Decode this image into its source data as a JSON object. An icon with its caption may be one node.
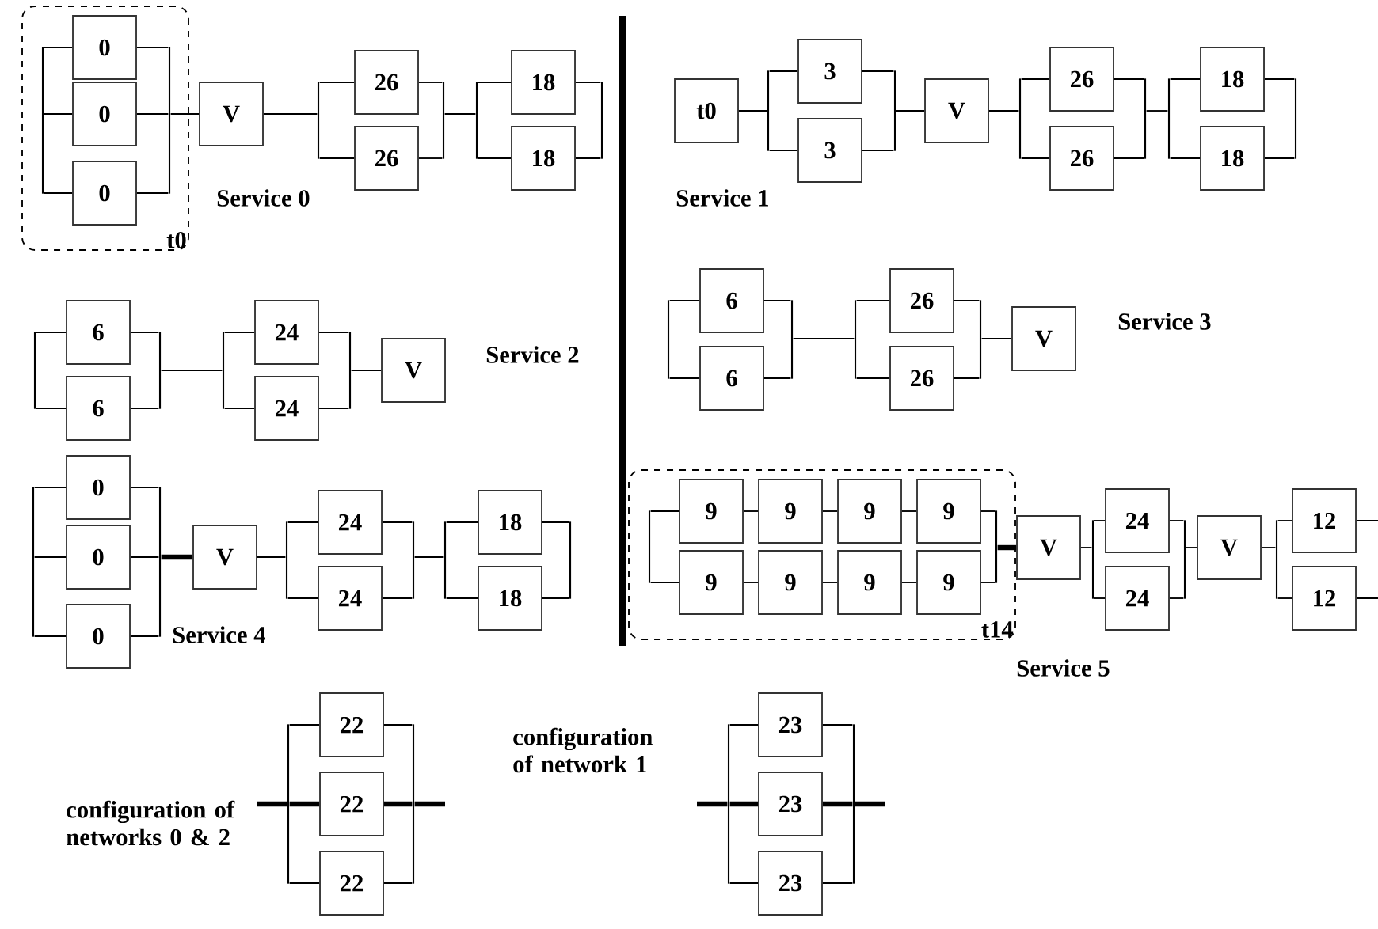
{
  "diagram": {
    "nodes": [
      {
        "text": [
          "t0"
        ]
      },
      {
        "text": [],
        "shape": "bar",
        "in": 0
      },
      {
        "text": [
          "0"
        ],
        "in": 0
      },
      {
        "text": [
          "0"
        ],
        "in": 0
      },
      {
        "text": [
          "0"
        ],
        "in": 0
      },
      {
        "text": [],
        "shape": "bar",
        "in": 0
      },
      {
        "text": [
          "V"
        ]
      },
      {
        "text": [],
        "shape": "bar"
      },
      {
        "text": [
          "26"
        ]
      },
      {
        "text": [
          "26"
        ]
      },
      {
        "text": [],
        "shape": "bar"
      },
      {
        "text": [],
        "shape": "bar"
      },
      {
        "text": [
          "18"
        ]
      },
      {
        "text": [
          "18"
        ]
      },
      {
        "text": [],
        "shape": "bar"
      },
      {
        "text": [
          "t0"
        ]
      },
      {
        "text": [],
        "shape": "bar"
      },
      {
        "text": [
          "3"
        ]
      },
      {
        "text": [
          "3"
        ]
      },
      {
        "text": [],
        "shape": "bar"
      },
      {
        "text": [
          "V"
        ]
      },
      {
        "text": [],
        "shape": "bar"
      },
      {
        "text": [
          "26"
        ]
      },
      {
        "text": [
          "26"
        ]
      },
      {
        "text": [],
        "shape": "bar"
      },
      {
        "text": [],
        "shape": "bar"
      },
      {
        "text": [
          "18"
        ]
      },
      {
        "text": [
          "18"
        ]
      },
      {
        "text": [],
        "shape": "bar"
      },
      {
        "text": [],
        "shape": "bar"
      },
      {
        "text": [
          "6"
        ]
      },
      {
        "text": [
          "6"
        ]
      },
      {
        "text": [],
        "shape": "bar"
      },
      {
        "text": [],
        "shape": "bar"
      },
      {
        "text": [
          "24"
        ]
      },
      {
        "text": [
          "24"
        ]
      },
      {
        "text": [],
        "shape": "bar"
      },
      {
        "text": [
          "V"
        ]
      },
      {
        "text": [],
        "shape": "bar"
      },
      {
        "text": [
          "6"
        ]
      },
      {
        "text": [
          "6"
        ]
      },
      {
        "text": [],
        "shape": "bar"
      },
      {
        "text": [],
        "shape": "bar"
      },
      {
        "text": [
          "26"
        ]
      },
      {
        "text": [
          "26"
        ]
      },
      {
        "text": [],
        "shape": "bar"
      },
      {
        "text": [
          "V"
        ]
      },
      {
        "text": [],
        "shape": "bar"
      },
      {
        "text": [
          "0"
        ]
      },
      {
        "text": [
          "0"
        ]
      },
      {
        "text": [
          "0"
        ]
      },
      {
        "text": [],
        "shape": "bar"
      },
      {
        "text": [
          "V"
        ]
      },
      {
        "text": [],
        "shape": "bar"
      },
      {
        "text": [
          "24"
        ]
      },
      {
        "text": [
          "24"
        ]
      },
      {
        "text": [],
        "shape": "bar"
      },
      {
        "text": [],
        "shape": "bar"
      },
      {
        "text": [
          "18"
        ]
      },
      {
        "text": [
          "18"
        ]
      },
      {
        "text": [],
        "shape": "bar"
      },
      {
        "text": [
          "t14"
        ]
      },
      {
        "text": [],
        "shape": "bar",
        "in": 61
      },
      {
        "text": [
          "9"
        ],
        "in": 61
      },
      {
        "text": [
          "9"
        ],
        "in": 61
      },
      {
        "text": [
          "9"
        ],
        "in": 61
      },
      {
        "text": [
          "9"
        ],
        "in": 61
      },
      {
        "text": [
          "9"
        ],
        "in": 61
      },
      {
        "text": [
          "9"
        ],
        "in": 61
      },
      {
        "text": [
          "9"
        ],
        "in": 61
      },
      {
        "text": [
          "9"
        ],
        "in": 61
      },
      {
        "text": [],
        "shape": "bar",
        "in": 61
      },
      {
        "text": [
          "V"
        ]
      },
      {
        "text": [],
        "shape": "bar"
      },
      {
        "text": [
          "24"
        ]
      },
      {
        "text": [
          "24"
        ]
      },
      {
        "text": [],
        "shape": "bar"
      },
      {
        "text": [
          "V"
        ]
      },
      {
        "text": [],
        "shape": "bar"
      },
      {
        "text": [
          "12"
        ]
      },
      {
        "text": [
          "12"
        ]
      },
      {
        "text": [],
        "shape": "bar"
      },
      {
        "text": [
          "22"
        ]
      },
      {
        "text": [
          "22"
        ]
      },
      {
        "text": [
          "22"
        ]
      },
      {
        "text": [],
        "shape": "bar"
      },
      {
        "text": [],
        "shape": "bar"
      },
      {
        "text": [
          "23"
        ]
      },
      {
        "text": [
          "23"
        ]
      },
      {
        "text": [
          "23"
        ]
      },
      {
        "text": [],
        "shape": "bar"
      }
    ],
    "edges": [
      {
        "from": 1,
        "to": 2,
        "arrow": "none"
      },
      {
        "from": 1,
        "to": 3,
        "arrow": "none"
      },
      {
        "from": 1,
        "to": 4,
        "arrow": "none"
      },
      {
        "from": 2,
        "to": 5,
        "arrow": "none"
      },
      {
        "from": 3,
        "to": 5,
        "arrow": "none"
      },
      {
        "from": 4,
        "to": 5,
        "arrow": "none"
      },
      {
        "from": 5,
        "to": 6,
        "arrow": "none"
      },
      {
        "from": 6,
        "to": 7,
        "arrow": "none"
      },
      {
        "from": 7,
        "to": 8,
        "arrow": "none"
      },
      {
        "from": 7,
        "to": 9,
        "arrow": "none"
      },
      {
        "from": 8,
        "to": 10,
        "arrow": "none"
      },
      {
        "from": 9,
        "to": 10,
        "arrow": "none"
      },
      {
        "from": 10,
        "to": 11,
        "arrow": "none"
      },
      {
        "from": 11,
        "to": 12,
        "arrow": "none"
      },
      {
        "from": 11,
        "to": 13,
        "arrow": "none"
      },
      {
        "from": 12,
        "to": 14,
        "arrow": "none"
      },
      {
        "from": 13,
        "to": 14,
        "arrow": "none"
      },
      {
        "from": 15,
        "to": 16,
        "arrow": "none"
      },
      {
        "from": 16,
        "to": 17,
        "arrow": "none"
      },
      {
        "from": 16,
        "to": 18,
        "arrow": "none"
      },
      {
        "from": 17,
        "to": 19,
        "arrow": "none"
      },
      {
        "from": 18,
        "to": 19,
        "arrow": "none"
      },
      {
        "from": 19,
        "to": 20,
        "arrow": "none"
      },
      {
        "from": 20,
        "to": 21,
        "arrow": "none"
      },
      {
        "from": 21,
        "to": 22,
        "arrow": "none"
      },
      {
        "from": 21,
        "to": 23,
        "arrow": "none"
      },
      {
        "from": 22,
        "to": 24,
        "arrow": "none"
      },
      {
        "from": 23,
        "to": 24,
        "arrow": "none"
      },
      {
        "from": 24,
        "to": 25,
        "arrow": "none"
      },
      {
        "from": 25,
        "to": 26,
        "arrow": "none"
      },
      {
        "from": 25,
        "to": 27,
        "arrow": "none"
      },
      {
        "from": 26,
        "to": 28,
        "arrow": "none"
      },
      {
        "from": 27,
        "to": 28,
        "arrow": "none"
      },
      {
        "from": 29,
        "to": 30,
        "arrow": "none"
      },
      {
        "from": 29,
        "to": 31,
        "arrow": "none"
      },
      {
        "from": 30,
        "to": 32,
        "arrow": "none"
      },
      {
        "from": 31,
        "to": 32,
        "arrow": "none"
      },
      {
        "from": 32,
        "to": 33,
        "arrow": "none"
      },
      {
        "from": 33,
        "to": 34,
        "arrow": "none"
      },
      {
        "from": 33,
        "to": 35,
        "arrow": "none"
      },
      {
        "from": 34,
        "to": 36,
        "arrow": "none"
      },
      {
        "from": 35,
        "to": 36,
        "arrow": "none"
      },
      {
        "from": 36,
        "to": 37,
        "arrow": "none"
      },
      {
        "from": 38,
        "to": 39,
        "arrow": "none"
      },
      {
        "from": 38,
        "to": 40,
        "arrow": "none"
      },
      {
        "from": 39,
        "to": 41,
        "arrow": "none"
      },
      {
        "from": 40,
        "to": 41,
        "arrow": "none"
      },
      {
        "from": 41,
        "to": 42,
        "arrow": "none"
      },
      {
        "from": 42,
        "to": 43,
        "arrow": "none"
      },
      {
        "from": 42,
        "to": 44,
        "arrow": "none"
      },
      {
        "from": 43,
        "to": 45,
        "arrow": "none"
      },
      {
        "from": 44,
        "to": 45,
        "arrow": "none"
      },
      {
        "from": 45,
        "to": 46,
        "arrow": "none"
      },
      {
        "from": 47,
        "to": 48,
        "arrow": "none"
      },
      {
        "from": 47,
        "to": 49,
        "arrow": "none"
      },
      {
        "from": 47,
        "to": 50,
        "arrow": "none"
      },
      {
        "from": 48,
        "to": 51,
        "arrow": "none"
      },
      {
        "from": 49,
        "to": 51,
        "arrow": "none"
      },
      {
        "from": 50,
        "to": 51,
        "arrow": "none"
      },
      {
        "from": 51,
        "to": 52,
        "arrow": "none",
        "style": "thick"
      },
      {
        "from": 52,
        "to": 53,
        "arrow": "none"
      },
      {
        "from": 53,
        "to": 54,
        "arrow": "none"
      },
      {
        "from": 53,
        "to": 55,
        "arrow": "none"
      },
      {
        "from": 54,
        "to": 56,
        "arrow": "none"
      },
      {
        "from": 55,
        "to": 56,
        "arrow": "none"
      },
      {
        "from": 56,
        "to": 57,
        "arrow": "none"
      },
      {
        "from": 57,
        "to": 58,
        "arrow": "none"
      },
      {
        "from": 57,
        "to": 59,
        "arrow": "none"
      },
      {
        "from": 58,
        "to": 60,
        "arrow": "none"
      },
      {
        "from": 59,
        "to": 60,
        "arrow": "none"
      },
      {
        "from": 62,
        "to": 63,
        "arrow": "none"
      },
      {
        "from": 62,
        "to": 67,
        "arrow": "none"
      },
      {
        "from": 63,
        "to": 64,
        "arrow": "none"
      },
      {
        "from": 64,
        "to": 65,
        "arrow": "none"
      },
      {
        "from": 65,
        "to": 66,
        "arrow": "none"
      },
      {
        "from": 67,
        "to": 68,
        "arrow": "none"
      },
      {
        "from": 68,
        "to": 69,
        "arrow": "none"
      },
      {
        "from": 69,
        "to": 70,
        "arrow": "none"
      },
      {
        "from": 66,
        "to": 71,
        "arrow": "none"
      },
      {
        "from": 70,
        "to": 71,
        "arrow": "none"
      },
      {
        "from": 71,
        "to": 72,
        "arrow": "none",
        "style": "thick"
      },
      {
        "from": 72,
        "to": 73,
        "arrow": "none"
      },
      {
        "from": 73,
        "to": 74,
        "arrow": "none"
      },
      {
        "from": 73,
        "to": 75,
        "arrow": "none"
      },
      {
        "from": 74,
        "to": 76,
        "arrow": "none"
      },
      {
        "from": 75,
        "to": 76,
        "arrow": "none"
      },
      {
        "from": 76,
        "to": 77,
        "arrow": "none"
      },
      {
        "from": 77,
        "to": 78,
        "arrow": "none"
      },
      {
        "from": 78,
        "to": 79,
        "arrow": "none"
      },
      {
        "from": 78,
        "to": 80,
        "arrow": "none"
      },
      {
        "from": 79,
        "to": null,
        "arrow": "none"
      },
      {
        "from": 80,
        "to": null,
        "arrow": "none"
      },
      {
        "from": null,
        "to": 81,
        "arrow": "none",
        "style": "thick"
      },
      {
        "from": 81,
        "to": 82,
        "arrow": "none"
      },
      {
        "from": 81,
        "to": 83,
        "arrow": "none",
        "style": "thick"
      },
      {
        "from": 81,
        "to": 84,
        "arrow": "none"
      },
      {
        "from": 82,
        "to": 85,
        "arrow": "none"
      },
      {
        "from": 83,
        "to": 85,
        "arrow": "none",
        "style": "thick"
      },
      {
        "from": 84,
        "to": 85,
        "arrow": "none"
      },
      {
        "from": 85,
        "to": null,
        "arrow": "none",
        "style": "thick"
      },
      {
        "from": null,
        "to": 86,
        "arrow": "none",
        "style": "thick"
      },
      {
        "from": 86,
        "to": 87,
        "arrow": "none"
      },
      {
        "from": 86,
        "to": 88,
        "arrow": "none",
        "style": "thick"
      },
      {
        "from": 86,
        "to": 89,
        "arrow": "none"
      },
      {
        "from": 87,
        "to": 90,
        "arrow": "none"
      },
      {
        "from": 88,
        "to": 90,
        "arrow": "none",
        "style": "thick"
      },
      {
        "from": 89,
        "to": 90,
        "arrow": "none"
      },
      {
        "from": 90,
        "to": null,
        "arrow": "none",
        "style": "thick"
      }
    ],
    "labels": [
      "Service 0",
      "Service 1",
      "Service 2",
      "Service 3",
      "Service 4",
      "Service 5",
      "configuration of networks 0 & 2",
      "configuration of network 1"
    ]
  }
}
